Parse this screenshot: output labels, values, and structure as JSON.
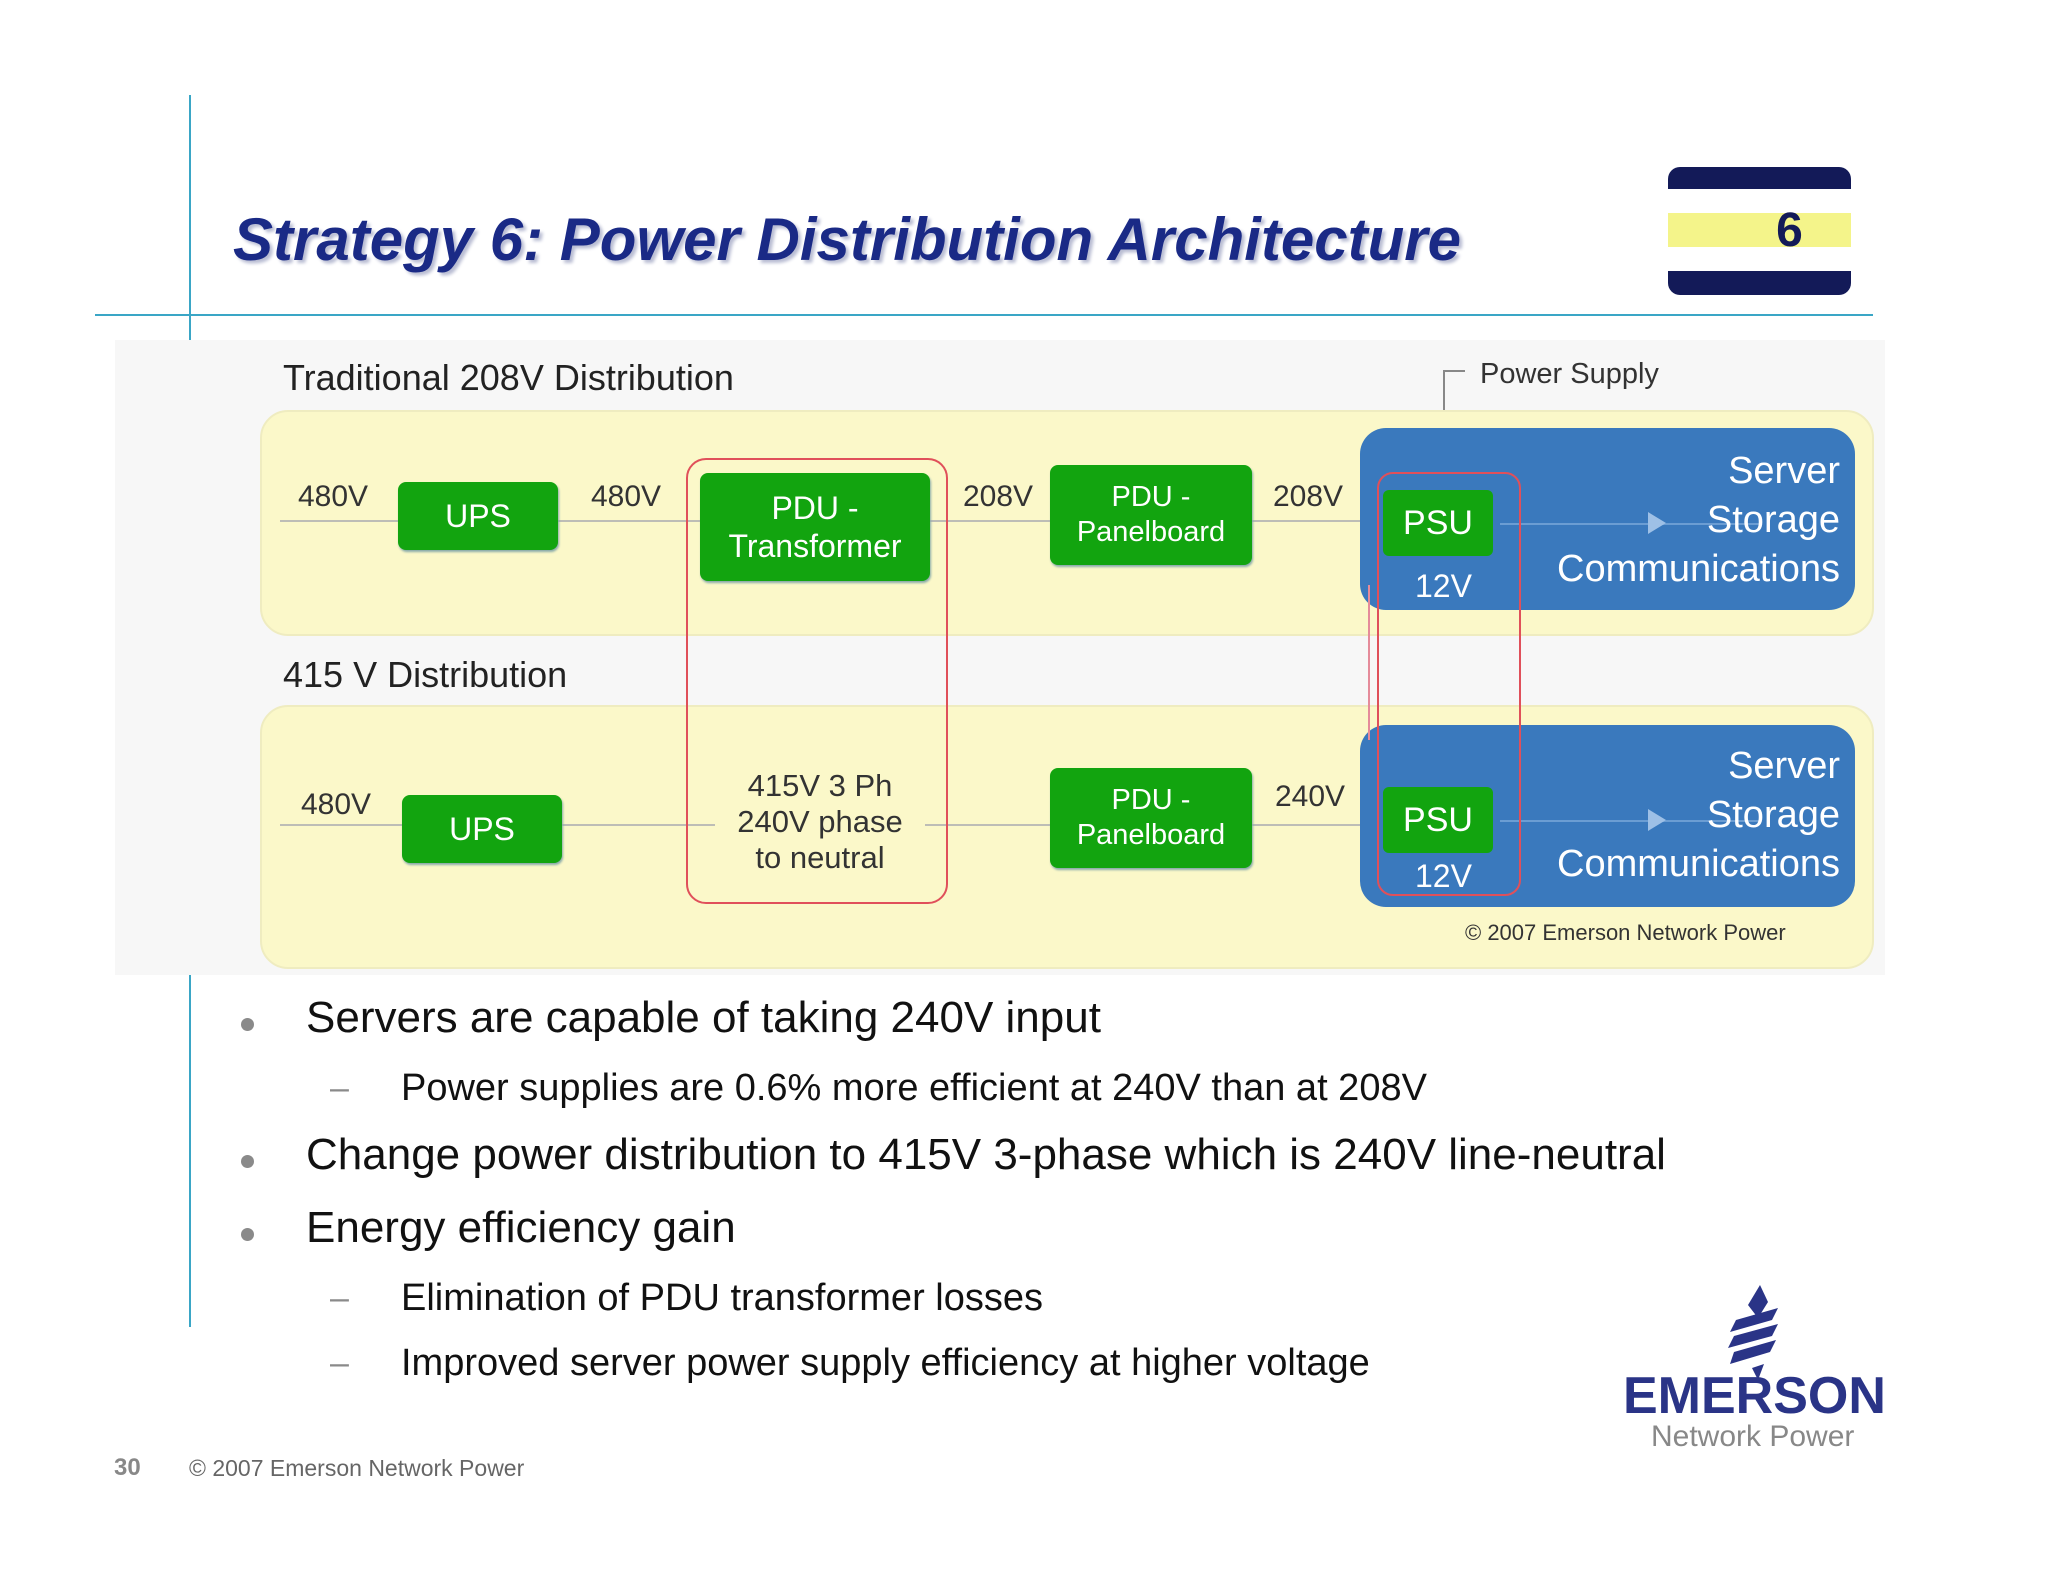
{
  "slide": {
    "title": "Strategy 6: Power Distribution Architecture",
    "badge_number": "6",
    "page_number": "30",
    "footer": "© 2007 Emerson Network Power"
  },
  "diagram": {
    "traditional": {
      "heading": "Traditional 208V Distribution",
      "voltages": [
        "480V",
        "480V",
        "208V",
        "208V"
      ],
      "ups": "UPS",
      "pdu_transformer": [
        "PDU -",
        "Transformer"
      ],
      "pdu_panelboard": [
        "PDU -",
        "Panelboard"
      ],
      "psu": "PSU",
      "psu_voltage": "12V",
      "loads": [
        "Server",
        "Storage",
        "Communications"
      ]
    },
    "power_supply_label": "Power Supply",
    "distribution_415": {
      "heading": "415 V Distribution",
      "voltages": [
        "480V",
        "240V"
      ],
      "ups": "UPS",
      "phase_text": [
        "415V 3 Ph",
        "240V phase",
        "to neutral"
      ],
      "pdu_panelboard": [
        "PDU -",
        "Panelboard"
      ],
      "psu": "PSU",
      "psu_voltage": "12V",
      "loads": [
        "Server",
        "Storage",
        "Communications"
      ]
    },
    "copyright": "© 2007 Emerson Network Power"
  },
  "bullets": [
    {
      "text": "Servers are capable of taking 240V input",
      "sub": [
        "Power supplies are 0.6% more efficient at 240V than at 208V"
      ]
    },
    {
      "text": "Change power distribution to 415V 3-phase which is 240V line-neutral",
      "sub": []
    },
    {
      "text": "Energy efficiency gain",
      "sub": [
        "Elimination of PDU transformer losses",
        "Improved server power supply efficiency at higher voltage"
      ]
    }
  ],
  "logo": {
    "name": "EMERSON",
    "sub": "Network Power",
    "icon": "emerson-logo-icon"
  },
  "colors": {
    "accent_line": "#3aa6c6",
    "title": "#1a2a86",
    "green_box": "#12a40f",
    "blue_panel": "#3a79bd",
    "band": "#fbf8c9"
  }
}
